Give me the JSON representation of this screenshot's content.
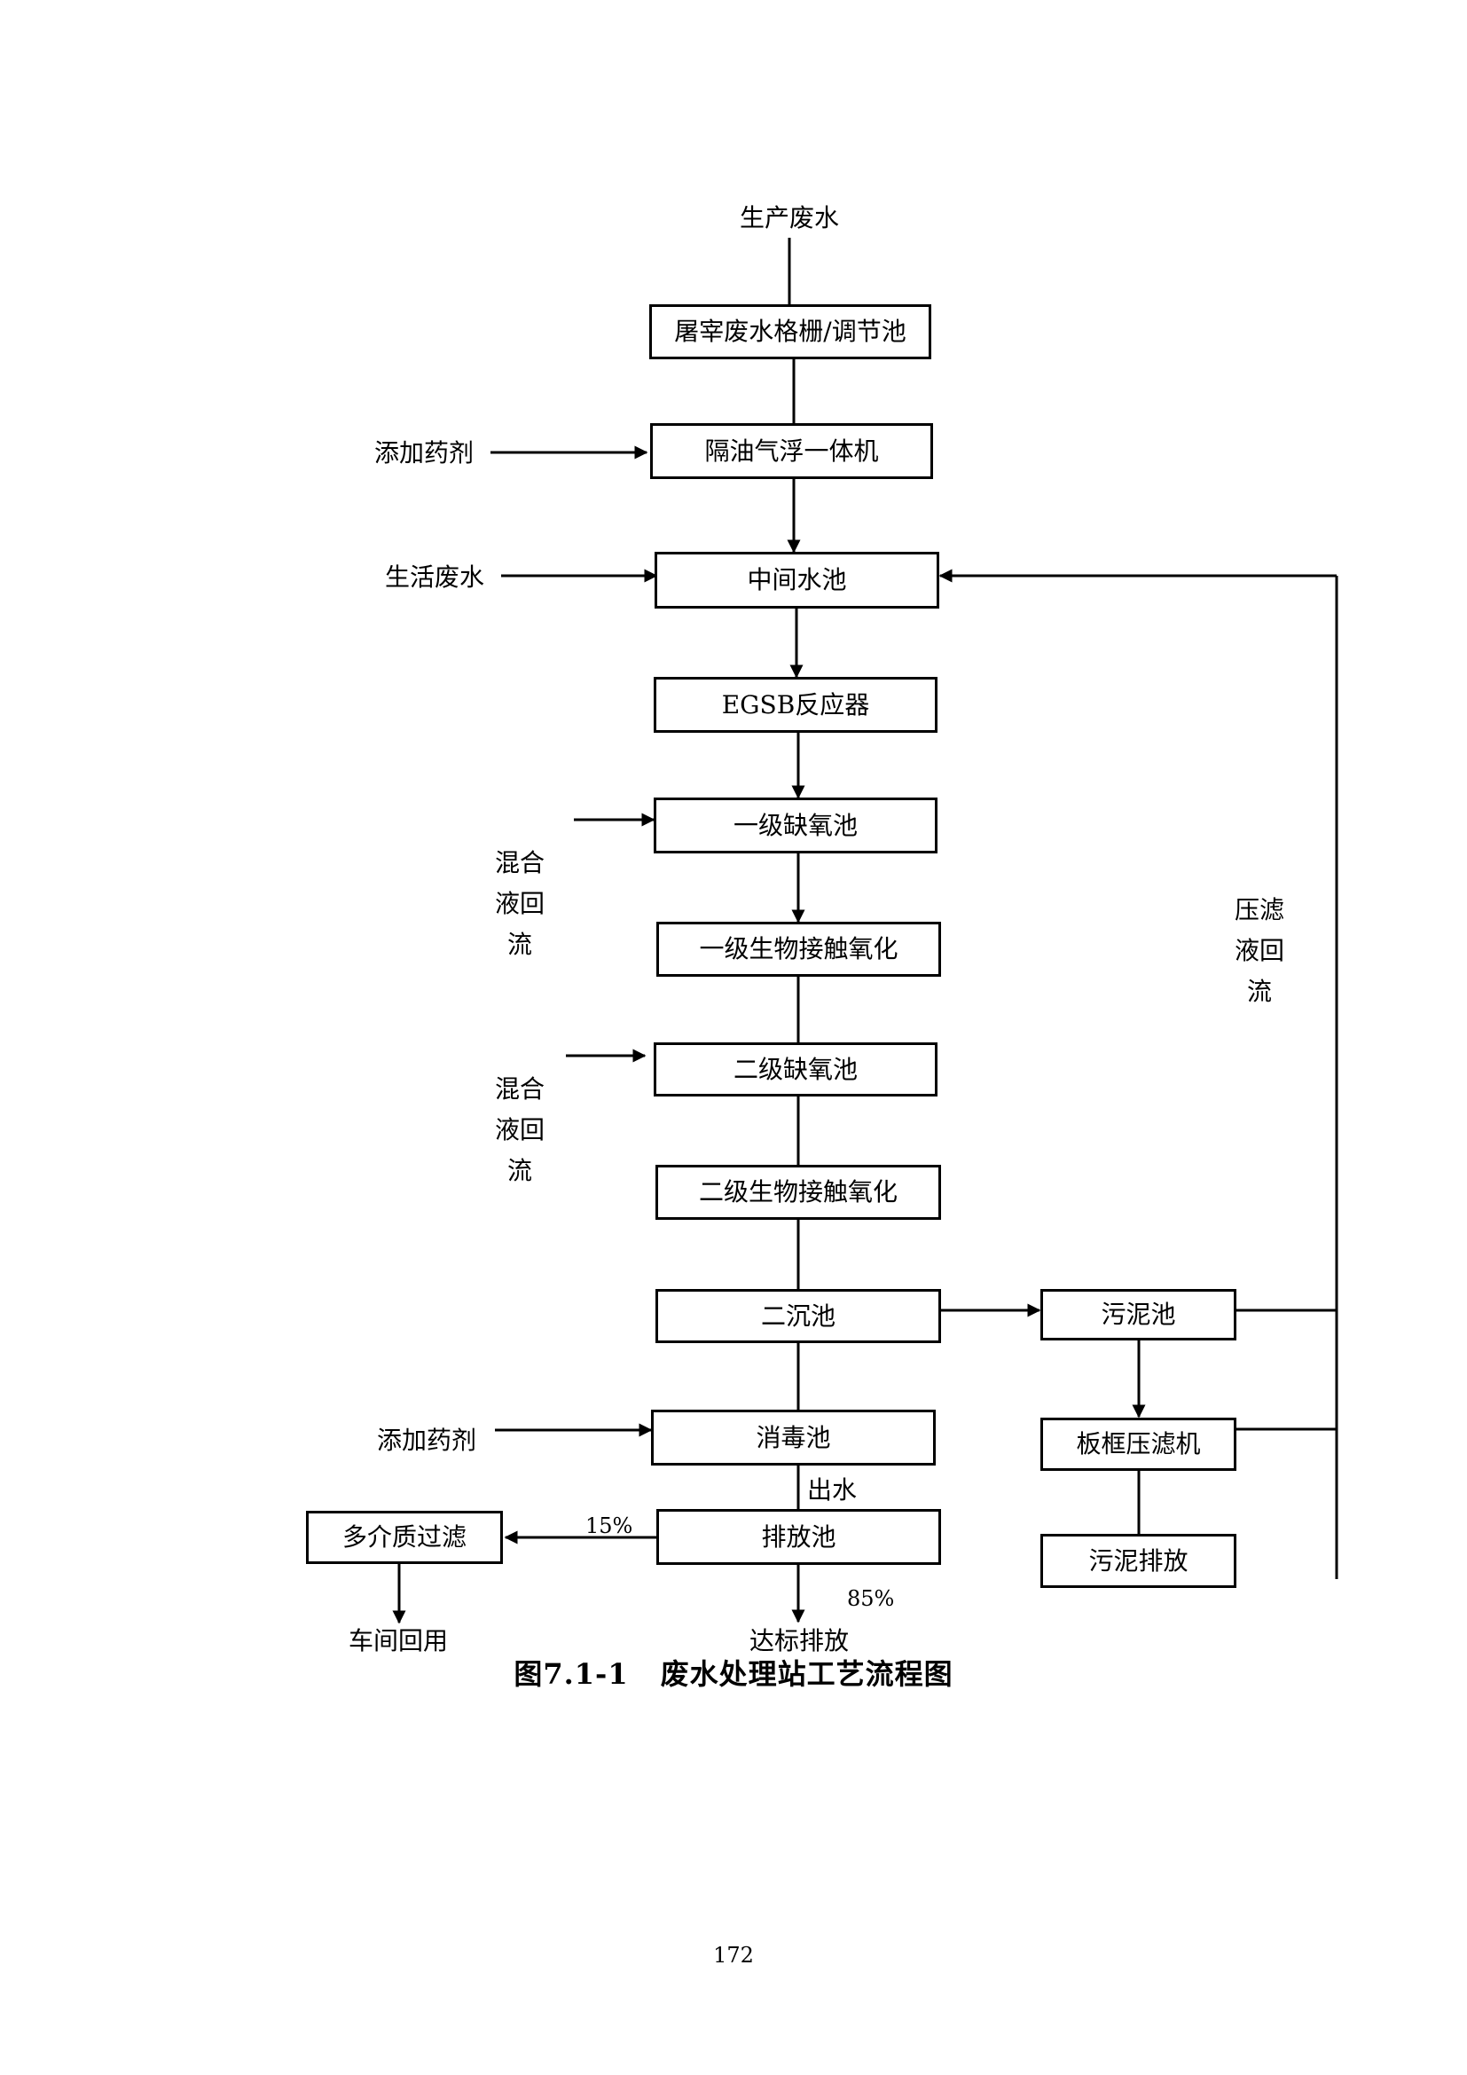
{
  "colors": {
    "stroke": "#000000",
    "background": "#ffffff"
  },
  "flow": {
    "input": "生产废水",
    "boxes": {
      "grid": "屠宰废水格栅/调节池",
      "flotation": "隔油气浮一体机",
      "intermediate": "中间水池",
      "egsb": "EGSB反应器",
      "anoxic1": "一级缺氧池",
      "contact1": "一级生物接触氧化",
      "anoxic2": "二级缺氧池",
      "contact2": "二级生物接触氧化",
      "clarifier": "二沉池",
      "disinfect": "消毒池",
      "discharge": "排放池",
      "media_filter": "多介质过滤",
      "sludge_tank": "污泥池",
      "filter_press": "板框压滤机",
      "sludge_out": "污泥排放"
    },
    "labels": {
      "add_chem_1": "添加药剂",
      "domestic_ww": "生活废水",
      "mix_return_1": [
        "混合",
        "液回",
        "流"
      ],
      "mix_return_2": [
        "混合",
        "液回",
        "流"
      ],
      "filtrate_return": [
        "压滤",
        "液回",
        "流"
      ],
      "add_chem_2": "添加药剂",
      "outflow": "出水",
      "pct_reuse": "15%",
      "pct_discharge": "85%",
      "reuse": "车间回用",
      "compliant": "达标排放"
    }
  },
  "caption": {
    "number": "图7.1-1",
    "title": "废水处理站工艺流程图"
  },
  "page_number": "172"
}
